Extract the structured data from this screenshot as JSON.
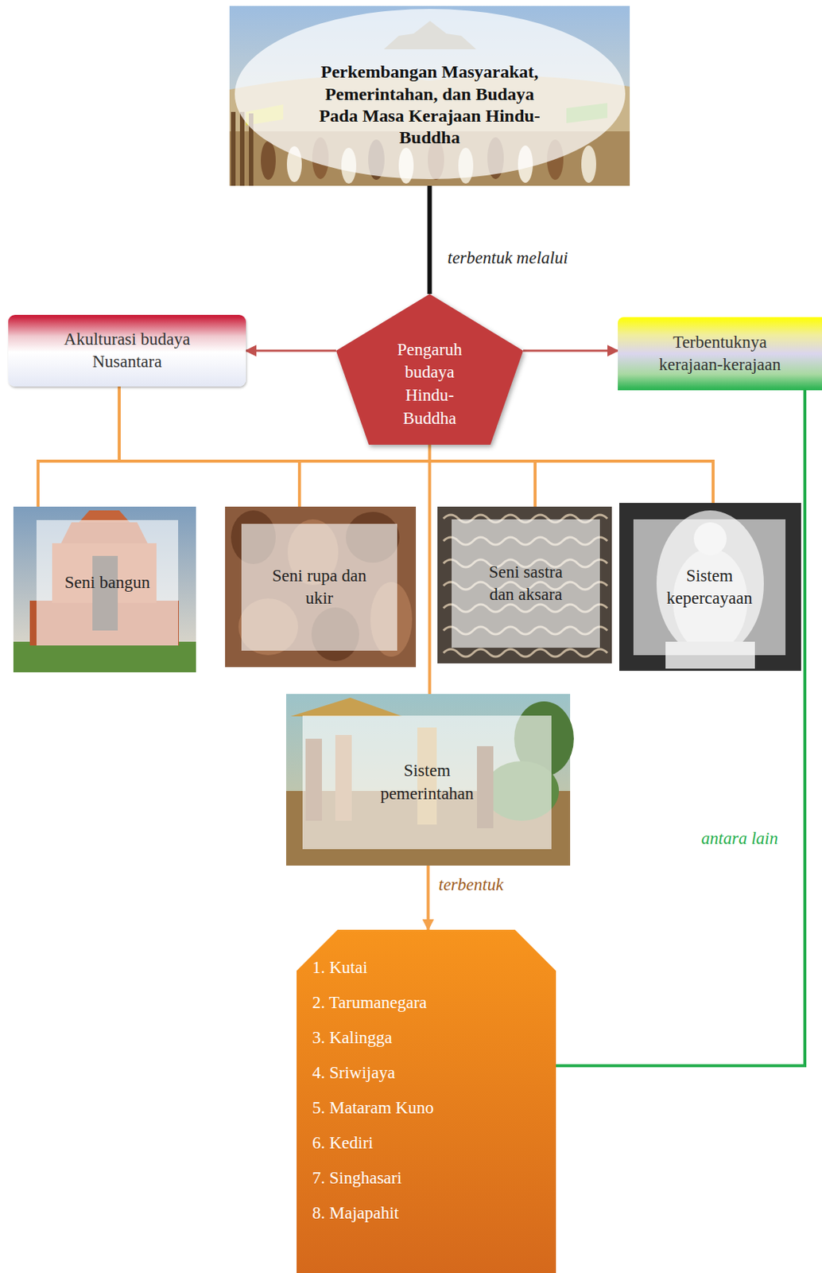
{
  "diagram": {
    "nodes": [
      {
        "text": [
          "Perkembangan Masyarakat, Pemerintahan, dan Budaya Pada Masa Kerajaan Hindu-Buddha"
        ]
      },
      {
        "text": [
          "Pengaruh budaya Hindu-Buddha"
        ]
      },
      {
        "text": [
          "Akulturasi budaya Nusantara"
        ]
      },
      {
        "text": [
          "Terbentuknya kerajaan-kerajaan"
        ]
      },
      {
        "text": [
          "Seni bangun"
        ]
      },
      {
        "text": [
          "Seni rupa dan ukir"
        ]
      },
      {
        "text": [
          "Seni sastra dan aksara"
        ]
      },
      {
        "text": [
          "Sistem kepercayaan"
        ]
      },
      {
        "text": [
          "Sistem pemerintahan"
        ]
      },
      {
        "text": [
          "1. Kutai",
          "2. Tarumanegara",
          "3. Kalingga",
          "4. Sriwijaya",
          "5. Mataram Kuno",
          "6. Kediri",
          "7. Singhasari",
          "8. Majapahit"
        ]
      }
    ],
    "edges": [
      {
        "from": 0,
        "to": 1,
        "arrow": "none",
        "label": "terbentuk melalui"
      },
      {
        "from": 1,
        "to": 2,
        "arrow": "to"
      },
      {
        "from": 1,
        "to": 3,
        "arrow": "to"
      },
      {
        "from": 2,
        "to": 4,
        "arrow": "none"
      },
      {
        "from": 2,
        "to": 5,
        "arrow": "none"
      },
      {
        "from": 2,
        "to": 6,
        "arrow": "none"
      },
      {
        "from": 2,
        "to": 7,
        "arrow": "none"
      },
      {
        "from": 1,
        "to": 8,
        "arrow": "none"
      },
      {
        "from": 8,
        "to": 9,
        "arrow": "to",
        "label": "terbentuk"
      },
      {
        "from": 3,
        "to": 9,
        "arrow": "none",
        "label": "antara lain"
      }
    ]
  }
}
